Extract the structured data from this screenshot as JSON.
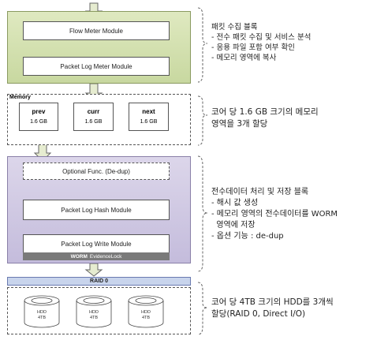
{
  "blocks": {
    "flow_meter": "Flow Meter Module",
    "packet_log_meter": "Packet Log Meter Module",
    "memory_label": "Memory",
    "memory_slots": [
      {
        "name": "prev",
        "size": "1.6 GB"
      },
      {
        "name": "curr",
        "size": "1.6 GB"
      },
      {
        "name": "next",
        "size": "1.6 GB"
      }
    ],
    "optional_func": "Optional Func. (De-dup)",
    "hash_module": "Packet Log Hash Module",
    "write_module": "Packet Log Write Module",
    "worm_bold": "WORM",
    "worm_rest": "EvidenceLock",
    "raid_label": "RAID 0",
    "hdds": [
      {
        "line1": "HDD",
        "line2": "4TB"
      },
      {
        "line1": "HDD",
        "line2": "4TB"
      },
      {
        "line1": "HDD",
        "line2": "4TB"
      }
    ]
  },
  "notes": {
    "collect": [
      "패킷 수집 블록",
      "- 전수 패킷 수집 및 서비스 분석",
      "- 응용 파일 포함 여부 확인",
      "- 메모리 영역에 복사"
    ],
    "memory": [
      "코어 당 1.6 GB 크기의 메모리",
      "영역을 3개 할당"
    ],
    "store": [
      "전수데이터 처리 및 저장 블록",
      "- 해시 값 생성",
      "- 메모리 영역의 전수데이터를 WORM",
      "  영역에 저장",
      "- 옵션 기능 : de-dup"
    ],
    "disk": [
      "코어 당 4TB 크기의 HDD를 3개씩",
      "할당(RAID 0, Direct I/O)"
    ]
  }
}
